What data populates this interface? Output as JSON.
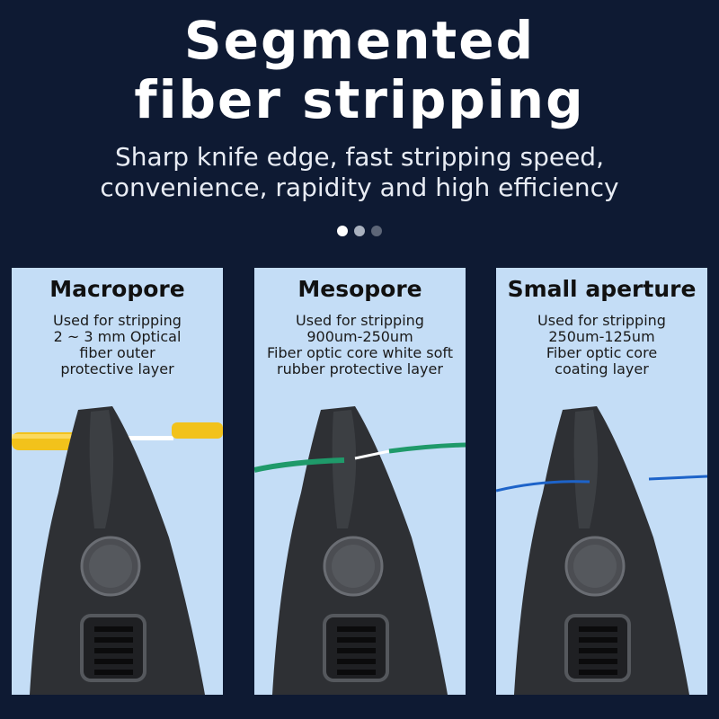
{
  "headline": {
    "line1": "Segmented",
    "line2": "fiber stripping"
  },
  "subtitle": {
    "line1": "Sharp knife edge, fast stripping speed,",
    "line2": "convenience, rapidity and high efficiency"
  },
  "pager": {
    "count": 3,
    "active_index": 0
  },
  "cards": [
    {
      "title": "Macropore",
      "desc": [
        "Used for stripping",
        "2 ~ 3 mm Optical",
        "fiber outer",
        "protective layer"
      ],
      "fiber_color": "#f2c21b",
      "fiber_tip_color": "#ffffff"
    },
    {
      "title": "Mesopore",
      "desc": [
        "Used for stripping",
        "900um-250um",
        "Fiber optic core white soft",
        "rubber protective layer"
      ],
      "fiber_color": "#1f9a6a",
      "fiber_tip_color": "#ffffff"
    },
    {
      "title": "Small aperture",
      "desc": [
        "Used for stripping",
        "250um-125um",
        "Fiber optic core",
        "coating layer"
      ],
      "fiber_color": "#1d63c9",
      "fiber_tip_color": "#1d63c9"
    }
  ],
  "colors": {
    "background": "#0e1a33",
    "card_background": "#c4ddf6",
    "tool_metal": "#2e3034"
  }
}
